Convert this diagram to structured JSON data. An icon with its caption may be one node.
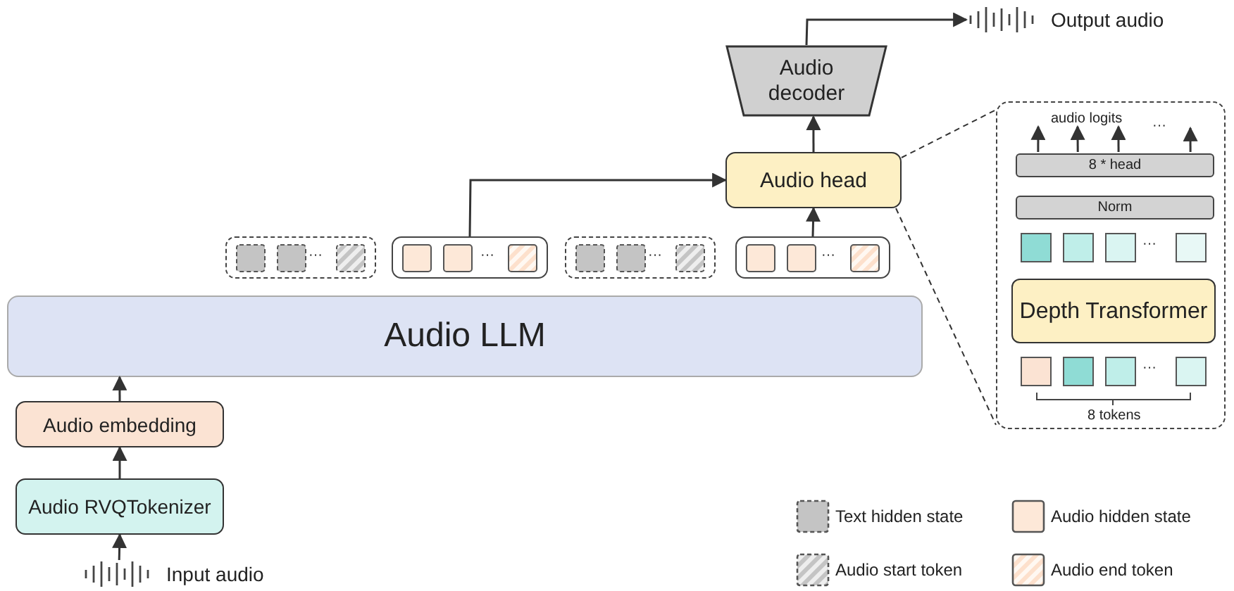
{
  "diagram": {
    "nodes": [
      {
        "text": [
          "Input audio"
        ]
      },
      {
        "text": [
          "Audio RVQTokenizer"
        ]
      },
      {
        "text": [
          "Audio embedding"
        ]
      },
      {
        "text": [
          "Audio LLM"
        ]
      },
      {
        "text": [],
        "shape": "box"
      },
      {
        "text": [],
        "shape": "box"
      },
      {
        "text": [],
        "shape": "box"
      },
      {
        "text": [],
        "shape": "box"
      },
      {
        "text": [
          "Audio head"
        ]
      },
      {
        "text": [
          "Audio decoder"
        ]
      },
      {
        "text": [
          "Output audio"
        ]
      },
      {
        "text": [],
        "shape": "box"
      },
      {
        "text": [
          "audio logits"
        ],
        "in": 11
      },
      {
        "text": [
          "8 * head"
        ],
        "in": 11
      },
      {
        "text": [
          "Norm"
        ],
        "in": 11
      },
      {
        "text": [
          "Depth Transformer"
        ],
        "in": 11
      }
    ],
    "edges": [
      {
        "from": 0,
        "to": 1,
        "arrow": "to"
      },
      {
        "from": 1,
        "to": 2,
        "arrow": "to"
      },
      {
        "from": 2,
        "to": 3,
        "arrow": "to"
      },
      {
        "from": 5,
        "to": 8,
        "arrow": "to"
      },
      {
        "from": 7,
        "to": 8,
        "arrow": "to"
      },
      {
        "from": 8,
        "to": 9,
        "arrow": "to"
      },
      {
        "from": 9,
        "to": 10,
        "arrow": "to"
      },
      {
        "from": 8,
        "to": 11,
        "arrow": "none",
        "style": "dashed"
      },
      {
        "from": 8,
        "to": 11,
        "arrow": "none",
        "style": "dashed"
      },
      {
        "from": 13,
        "to": 12,
        "arrow": "to"
      },
      {
        "from": 13,
        "to": 12,
        "arrow": "to"
      },
      {
        "from": 13,
        "to": 12,
        "arrow": "to"
      },
      {
        "from": 13,
        "to": null,
        "arrow": "to"
      }
    ],
    "labels": [
      "···",
      "···",
      "···",
      "···",
      "···",
      "···",
      "···",
      "8 tokens"
    ],
    "legend": [
      {
        "text": "Text hidden state",
        "color": "#c4c4c4"
      },
      {
        "text": "Audio hidden state",
        "color": "#fde8d8"
      },
      {
        "text": "Audio start token"
      },
      {
        "text": "Audio end token"
      }
    ]
  }
}
